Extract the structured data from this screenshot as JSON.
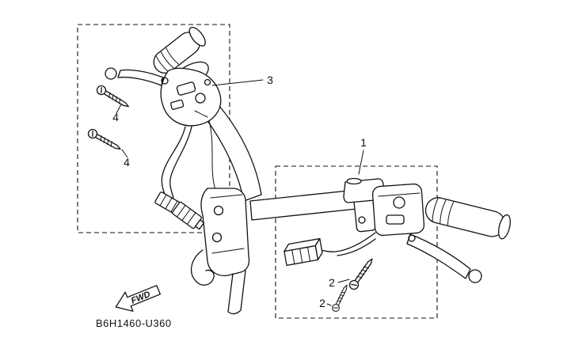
{
  "diagram": {
    "part_code": "B6H1460-U360",
    "fwd_label": "FWD",
    "callouts": {
      "c1": "1",
      "c2a": "2",
      "c2b": "2",
      "c3": "3",
      "c4a": "4",
      "c4b": "4"
    },
    "colors": {
      "line": "#111111",
      "background": "#ffffff"
    }
  }
}
